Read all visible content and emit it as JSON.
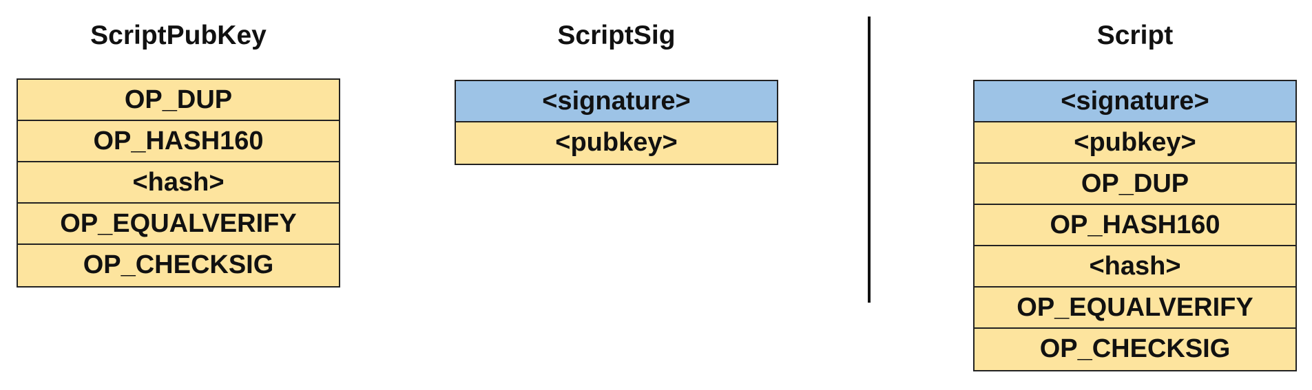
{
  "colors": {
    "opcode_fill": "#FDE49E",
    "sig_fill": "#9DC3E6",
    "border": "#222222"
  },
  "panels": [
    {
      "title": "ScriptPubKey",
      "cells": [
        {
          "label": "OP_DUP",
          "kind": "opcode"
        },
        {
          "label": "OP_HASH160",
          "kind": "opcode"
        },
        {
          "label": "<hash>",
          "kind": "opcode"
        },
        {
          "label": "OP_EQUALVERIFY",
          "kind": "opcode"
        },
        {
          "label": "OP_CHECKSIG",
          "kind": "opcode"
        }
      ]
    },
    {
      "title": "ScriptSig",
      "cells": [
        {
          "label": "<signature>",
          "kind": "sig"
        },
        {
          "label": "<pubkey>",
          "kind": "opcode"
        }
      ]
    },
    {
      "title": "Script",
      "cells": [
        {
          "label": "<signature>",
          "kind": "sig"
        },
        {
          "label": "<pubkey>",
          "kind": "opcode"
        },
        {
          "label": "OP_DUP",
          "kind": "opcode"
        },
        {
          "label": "OP_HASH160",
          "kind": "opcode"
        },
        {
          "label": "<hash>",
          "kind": "opcode"
        },
        {
          "label": "OP_EQUALVERIFY",
          "kind": "opcode"
        },
        {
          "label": "OP_CHECKSIG",
          "kind": "opcode"
        }
      ]
    }
  ]
}
